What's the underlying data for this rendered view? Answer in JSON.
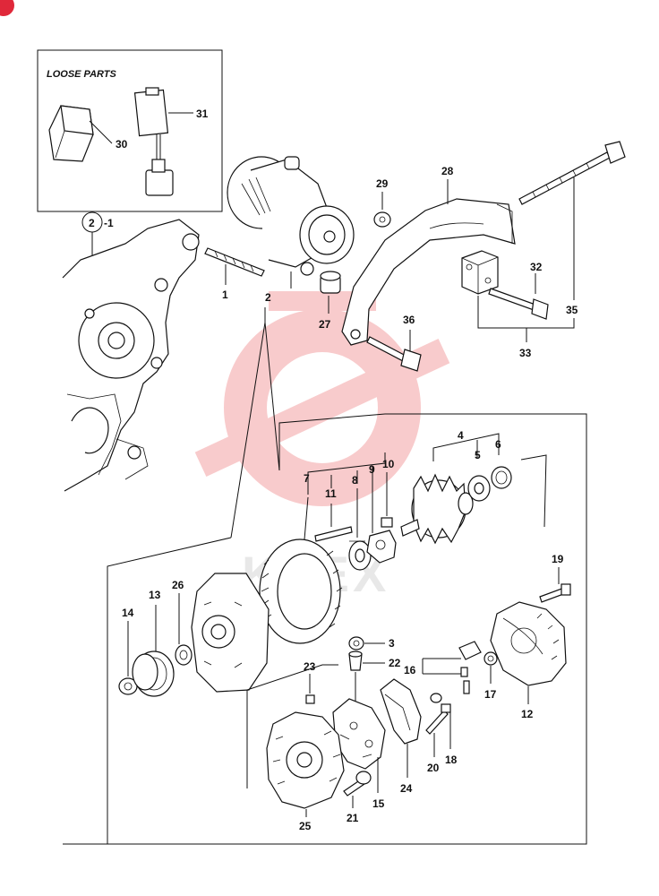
{
  "loose_parts_title": "LOOSE PARTS",
  "callouts": {
    "c1": "1",
    "c2": "2",
    "c2_1": "2",
    "c2_1_suffix": "-1",
    "c3": "3",
    "c4": "4",
    "c5": "5",
    "c6": "6",
    "c7": "7",
    "c8": "8",
    "c9": "9",
    "c10": "10",
    "c11": "11",
    "c12": "12",
    "c13": "13",
    "c14": "14",
    "c15": "15",
    "c16": "16",
    "c17": "17",
    "c18": "18",
    "c19": "19",
    "c20": "20",
    "c21": "21",
    "c22": "22",
    "c23": "23",
    "c24": "24",
    "c25": "25",
    "c26": "26",
    "c27": "27",
    "c28": "28",
    "c29": "29",
    "c30": "30",
    "c31": "31",
    "c32": "32",
    "c33": "33",
    "c35": "35",
    "c36": "36"
  },
  "watermark": {
    "text": "KTEX",
    "color": "#e9484a"
  }
}
